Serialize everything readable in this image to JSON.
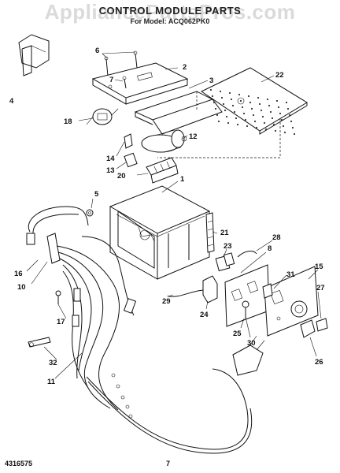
{
  "header": {
    "watermark": "AppliancePartsPros.com",
    "title": "CONTROL MODULE PARTS",
    "subtitle": "For Model: ACQ062PK0"
  },
  "callouts": [
    "1",
    "2",
    "3",
    "4",
    "5",
    "6",
    "7",
    "8",
    "10",
    "11",
    "12",
    "13",
    "14",
    "15",
    "16",
    "17",
    "18",
    "20",
    "21",
    "22",
    "23",
    "24",
    "25",
    "26",
    "27",
    "28",
    "29",
    "30",
    "31",
    "32"
  ],
  "footer": {
    "doc_number": "4316575",
    "page_number": "7"
  }
}
